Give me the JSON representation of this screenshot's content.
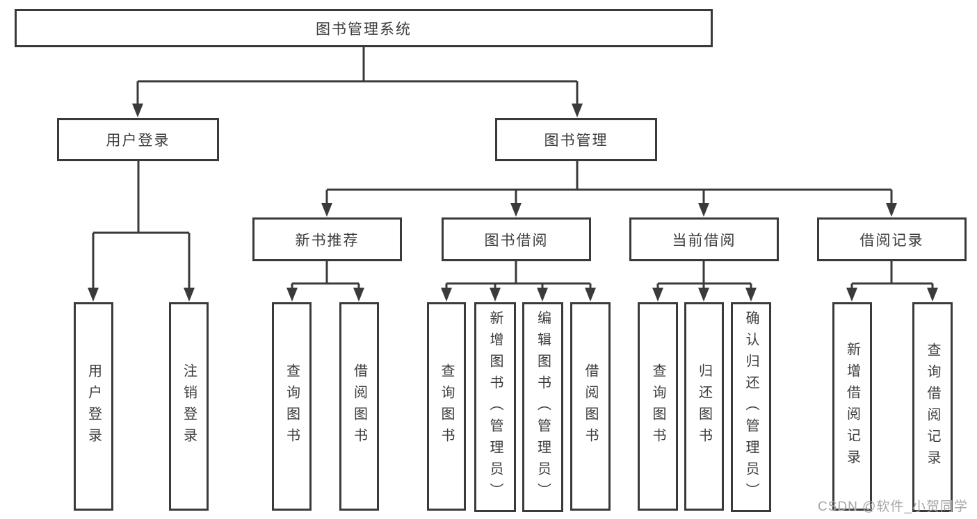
{
  "nodes": {
    "root": "图书管理系统",
    "login": {
      "label": "用户登录",
      "children": [
        "用户登录",
        "注销登录"
      ]
    },
    "management": {
      "label": "图书管理"
    },
    "groups": [
      {
        "label": "新书推荐",
        "children": [
          "查询图书",
          "借阅图书"
        ]
      },
      {
        "label": "图书借阅",
        "children": [
          "查询图书",
          "新增图书（管理员）",
          "编辑图书（管理员）",
          "借阅图书"
        ]
      },
      {
        "label": "当前借阅",
        "children": [
          "查询图书",
          "归还图书",
          "确认归还（管理员）"
        ]
      },
      {
        "label": "借阅记录",
        "children": [
          "新增借阅记录",
          "查询借阅记录"
        ]
      }
    ]
  },
  "watermark": "CSDN @软件_小贺同学",
  "colors": {
    "line": "#3a3a3a",
    "text": "#3c3c3c",
    "box_background": "#ffffff",
    "watermark": "#a5a5a5"
  }
}
